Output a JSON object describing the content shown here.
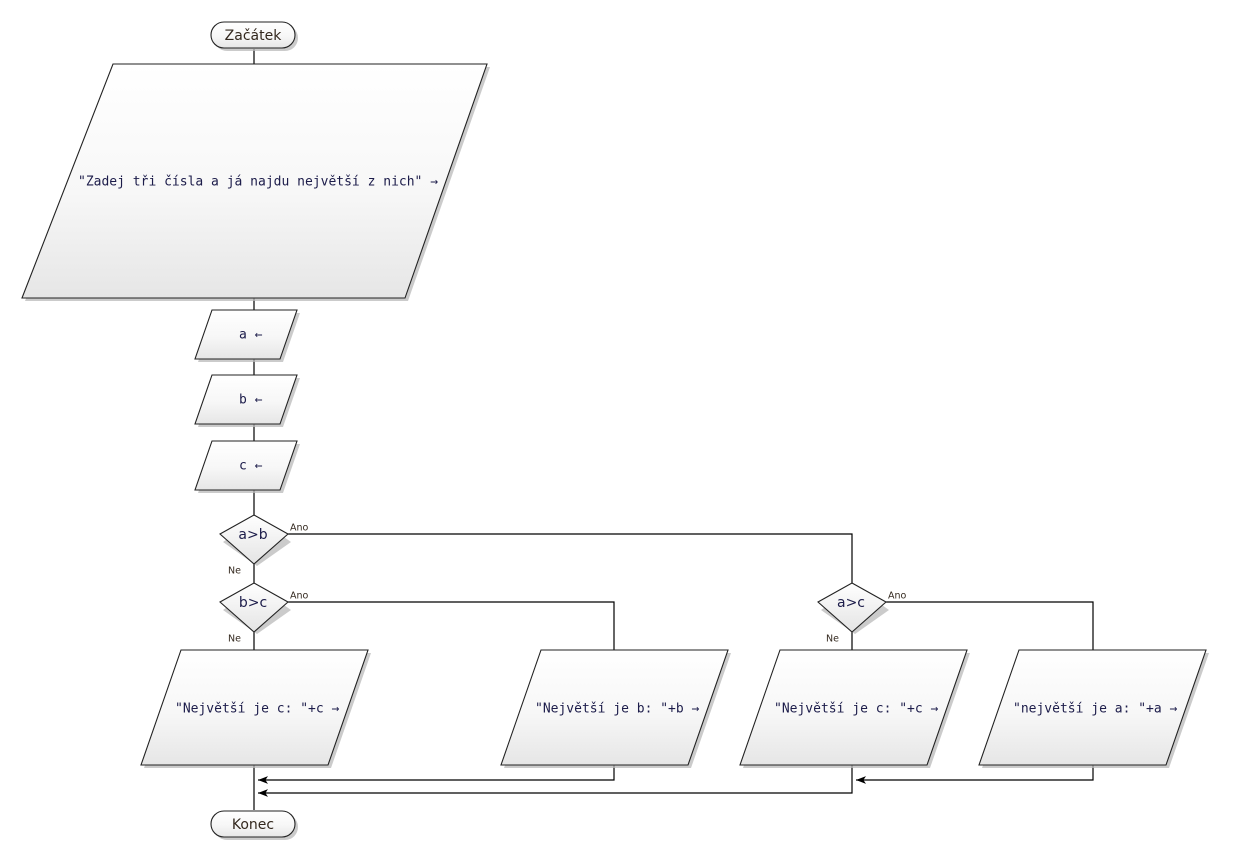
{
  "diagram": {
    "type": "flowchart",
    "language": "cs",
    "title_text": "",
    "colors": {
      "node_fill_top": "#fdfdfd",
      "node_fill_bottom": "#ededed",
      "node_stroke": "#222222",
      "connector": "#000000",
      "text": "#1c1c4a",
      "label_text": "#33281e",
      "shadow": "#b9b9b9",
      "background": "#ffffff"
    },
    "nodes": {
      "start": {
        "label": "Začátek",
        "shape": "terminator"
      },
      "prompt_output": {
        "label": "\"Zadej tři čísla a já najdu největší z nich\" →",
        "shape": "parallelogram-output"
      },
      "input_a": {
        "label": "a ←",
        "shape": "parallelogram-input"
      },
      "input_b": {
        "label": "b ←",
        "shape": "parallelogram-input"
      },
      "input_c": {
        "label": "c ←",
        "shape": "parallelogram-input"
      },
      "cond_ab": {
        "label": "a>b",
        "shape": "diamond"
      },
      "cond_bc": {
        "label": "b>c",
        "shape": "diamond"
      },
      "cond_ac": {
        "label": "a>c",
        "shape": "diamond"
      },
      "out_c_left": {
        "label": "\"Největší je c: \"+c →",
        "shape": "parallelogram-output"
      },
      "out_b": {
        "label": "\"Největší je b: \"+b →",
        "shape": "parallelogram-output"
      },
      "out_c_right": {
        "label": "\"Největší je c: \"+c →",
        "shape": "parallelogram-output"
      },
      "out_a": {
        "label": "\"největší je a: \"+a →",
        "shape": "parallelogram-output"
      },
      "end": {
        "label": "Konec",
        "shape": "terminator"
      }
    },
    "edge_labels": {
      "ab_yes": "Ano",
      "ab_no": "Ne",
      "bc_yes": "Ano",
      "bc_no": "Ne",
      "ac_yes": "Ano",
      "ac_no": "Ne"
    }
  }
}
